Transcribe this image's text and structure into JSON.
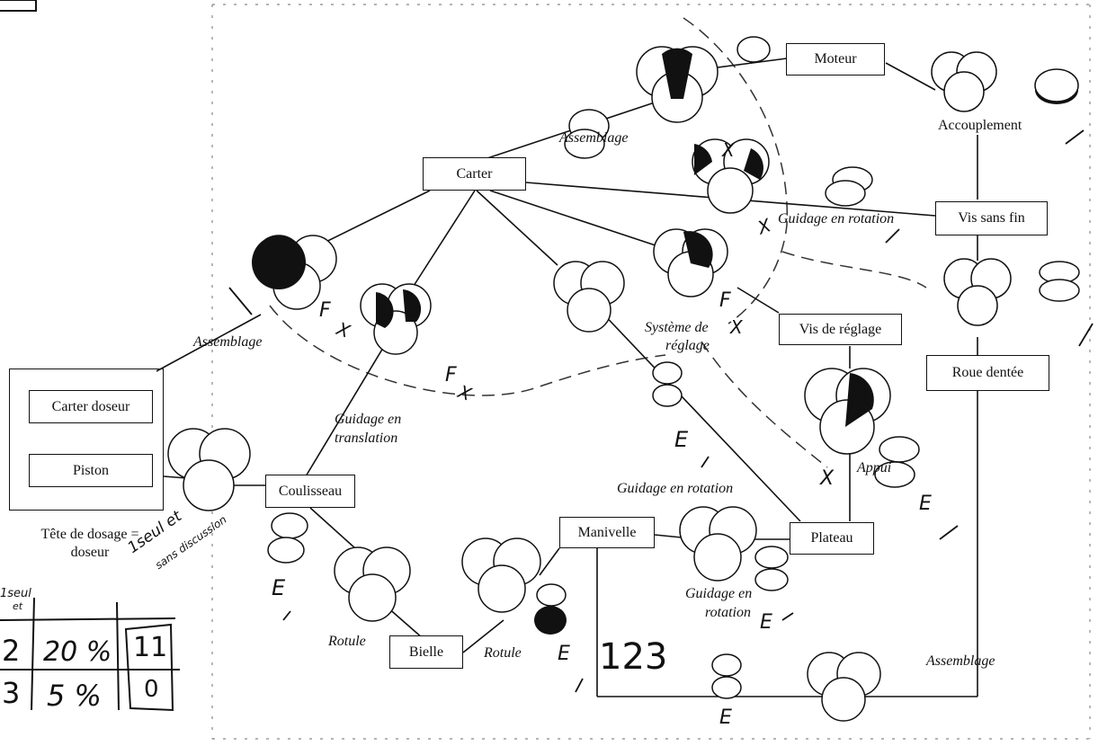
{
  "components": {
    "moteur": "Moteur",
    "carter": "Carter",
    "vis_sans_fin": "Vis sans fin",
    "roue_dentee": "Roue dentée",
    "vis_de_reglage": "Vis de réglage",
    "carter_doseur": "Carter doseur",
    "piston": "Piston",
    "coulisseau": "Coulisseau",
    "manivelle": "Manivelle",
    "plateau": "Plateau",
    "bielle": "Bielle"
  },
  "links": {
    "accouplement": "Accouplement",
    "assemblage_top": "Assemblage",
    "guidage_rotation_top": "Guidage en rotation",
    "assemblage_left": "Assemblage",
    "systeme_reglage_1": "Système de",
    "systeme_reglage_2": "réglage",
    "guidage_translation_1": "Guidage en",
    "guidage_translation_2": "translation",
    "guidage_rotation_mid": "Guidage en rotation",
    "appui": "Appui",
    "guidage_rotation_bottom_1": "Guidage en",
    "guidage_rotation_bottom_2": "rotation",
    "rotule_left": "Rotule",
    "rotule_right": "Rotule",
    "assemblage_bottom": "Assemblage"
  },
  "group": {
    "caption_1": "Tête de dosage =",
    "caption_2": "doseur"
  },
  "handwriting": {
    "marks": [
      "F",
      "X",
      "F",
      "X",
      "F",
      "X",
      "E",
      "E",
      "E",
      "E",
      "E",
      "X",
      "X",
      "X"
    ],
    "number": "123",
    "note_1": "1seul et",
    "note_2": "sans discussion",
    "table_header_1": "1seul",
    "table_header_2": "et",
    "table_rows": [
      [
        "2",
        "20 %",
        "11"
      ],
      [
        "3",
        "5 %",
        "0"
      ]
    ]
  }
}
